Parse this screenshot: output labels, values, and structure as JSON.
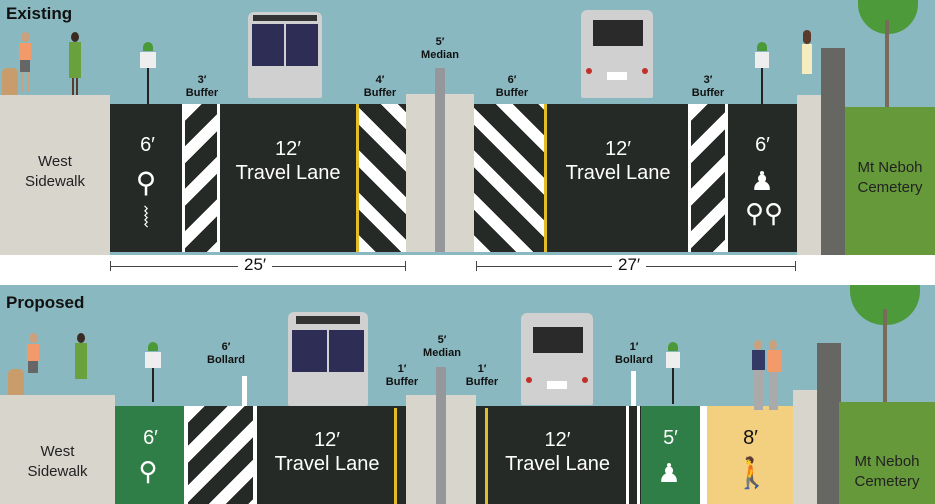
{
  "existing": {
    "title": "Existing",
    "west_sidewalk": {
      "line1": "West",
      "line2": "Sidewalk"
    },
    "bike_lane_w": {
      "width": "6′"
    },
    "buffer_w": {
      "width": "3′",
      "label": "Buffer"
    },
    "travel_lane_w": {
      "width": "12′",
      "label": "Travel Lane"
    },
    "buffer_w2": {
      "width": "4′",
      "label": "Buffer"
    },
    "median": {
      "width": "5′",
      "label": "Median"
    },
    "buffer_e": {
      "width": "6′",
      "label": "Buffer"
    },
    "travel_lane_e": {
      "width": "12′",
      "label": "Travel Lane"
    },
    "buffer_e2": {
      "width": "3′",
      "label": "Buffer"
    },
    "bike_lane_e": {
      "width": "6′"
    },
    "cemetery": {
      "line1": "Mt Neboh",
      "line2": "Cemetery"
    },
    "dimension_west": "25′",
    "dimension_east": "27′"
  },
  "proposed": {
    "title": "Proposed",
    "west_sidewalk": {
      "line1": "West",
      "line2": "Sidewalk"
    },
    "bike_lane_w": {
      "width": "6′"
    },
    "bollard_w": {
      "width": "6′",
      "label": "Bollard"
    },
    "travel_lane_w": {
      "width": "12′",
      "label": "Travel Lane"
    },
    "buffer_w": {
      "width": "1′",
      "label": "Buffer"
    },
    "median": {
      "width": "5′",
      "label": "Median"
    },
    "buffer_e": {
      "width": "1′",
      "label": "Buffer"
    },
    "travel_lane_e": {
      "width": "12′",
      "label": "Travel Lane"
    },
    "bollard_e": {
      "width": "1′",
      "label": "Bollard"
    },
    "bike_lane_e": {
      "width": "5′"
    },
    "ped_lane": {
      "width": "8′"
    },
    "cemetery": {
      "line1": "Mt Neboh",
      "line2": "Cemetery"
    }
  },
  "colors": {
    "sky": "#8ab8c0",
    "asphalt": "#262a27",
    "sidewalk": "#d8d5cd",
    "bike_green": "#2f7d47",
    "ped_yellow": "#f3cf80",
    "cemetery_green": "#66993a",
    "median_post": "#96979a",
    "wall": "#666663",
    "yellow_line": "#e3bc2a"
  }
}
